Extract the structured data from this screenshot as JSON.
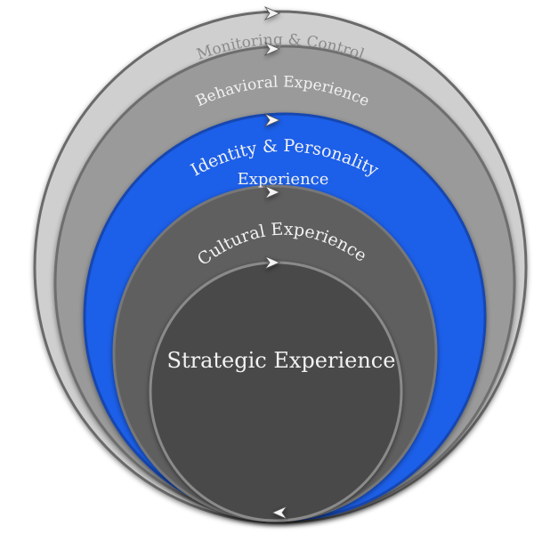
{
  "layers": [
    {
      "label": "Monitoring & Control",
      "color": "#cfcfcf"
    },
    {
      "label": "Behavioral Experience",
      "color": "#9a9a9a"
    },
    {
      "label": "Identity & Personality",
      "label2": "Experience",
      "color": "#1f5ee8"
    },
    {
      "label": "Cultural Experience",
      "color": "#5e5e5e"
    },
    {
      "label": "Strategic Experience",
      "color": "#4a4a4a"
    }
  ],
  "arrows": [
    "arrow-right",
    "arrow-right",
    "arrow-right",
    "arrow-right",
    "arrow-right",
    "arrow-left"
  ]
}
